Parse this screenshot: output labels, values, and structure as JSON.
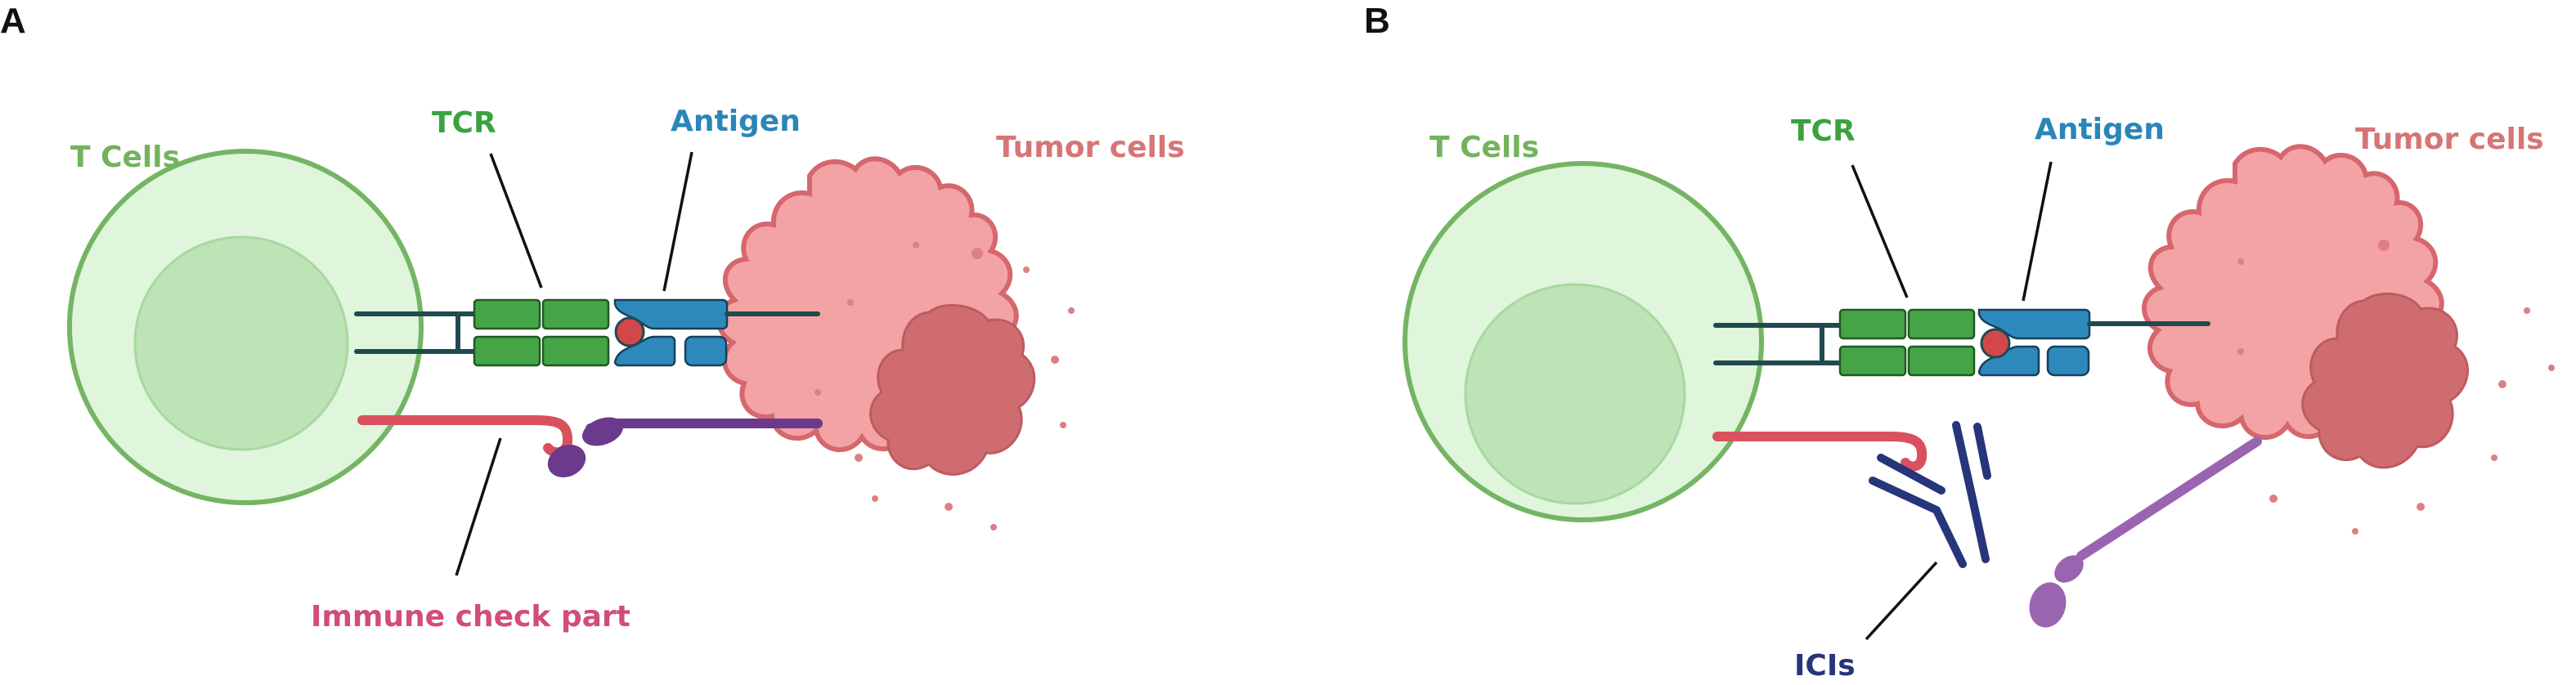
{
  "panels": [
    {
      "letter": "A",
      "labels": {
        "t_cells": "T Cells",
        "tcr": "TCR",
        "antigen": "Antigen",
        "tumor_cells": "Tumor cells",
        "immune_check": "Immune check part"
      }
    },
    {
      "letter": "B",
      "labels": {
        "t_cells": "T Cells",
        "tcr": "TCR",
        "antigen": "Antigen",
        "tumor_cells": "Tumor cells",
        "icis": "ICIs"
      }
    }
  ],
  "colors": {
    "t_cell_outline": "#74b563",
    "t_cell_fill": "#dff5dc",
    "tcr_green": "#45a446",
    "antigen_blue": "#2d89bb",
    "tumor_fill": "#f4a3a5",
    "tumor_outline": "#d5676d",
    "checkpoint_red": "#d9515e",
    "ligand_purple": "#6c3a8c",
    "ligand_purple_light": "#9a64b0",
    "antibody_navy": "#27357a"
  }
}
